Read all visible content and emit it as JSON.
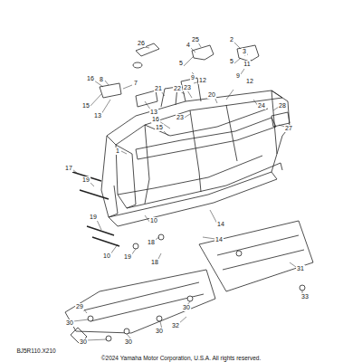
{
  "diagram": {
    "labels": [
      "26",
      "25",
      "4",
      "2",
      "3",
      "5",
      "5",
      "11",
      "9",
      "12",
      "9",
      "12",
      "16",
      "8",
      "7",
      "21",
      "22",
      "23",
      "24",
      "20",
      "15",
      "13",
      "13",
      "16",
      "15",
      "23",
      "28",
      "27",
      "1",
      "17",
      "19",
      "14",
      "14",
      "19",
      "10",
      "10",
      "19",
      "18",
      "18",
      "31",
      "33",
      "32",
      "29",
      "30",
      "30",
      "30",
      "30",
      "30",
      "BJ5R110.X210",
      "©2024 Yamaha Motor Corporation, U.S.A. All rights reserved."
    ]
  }
}
